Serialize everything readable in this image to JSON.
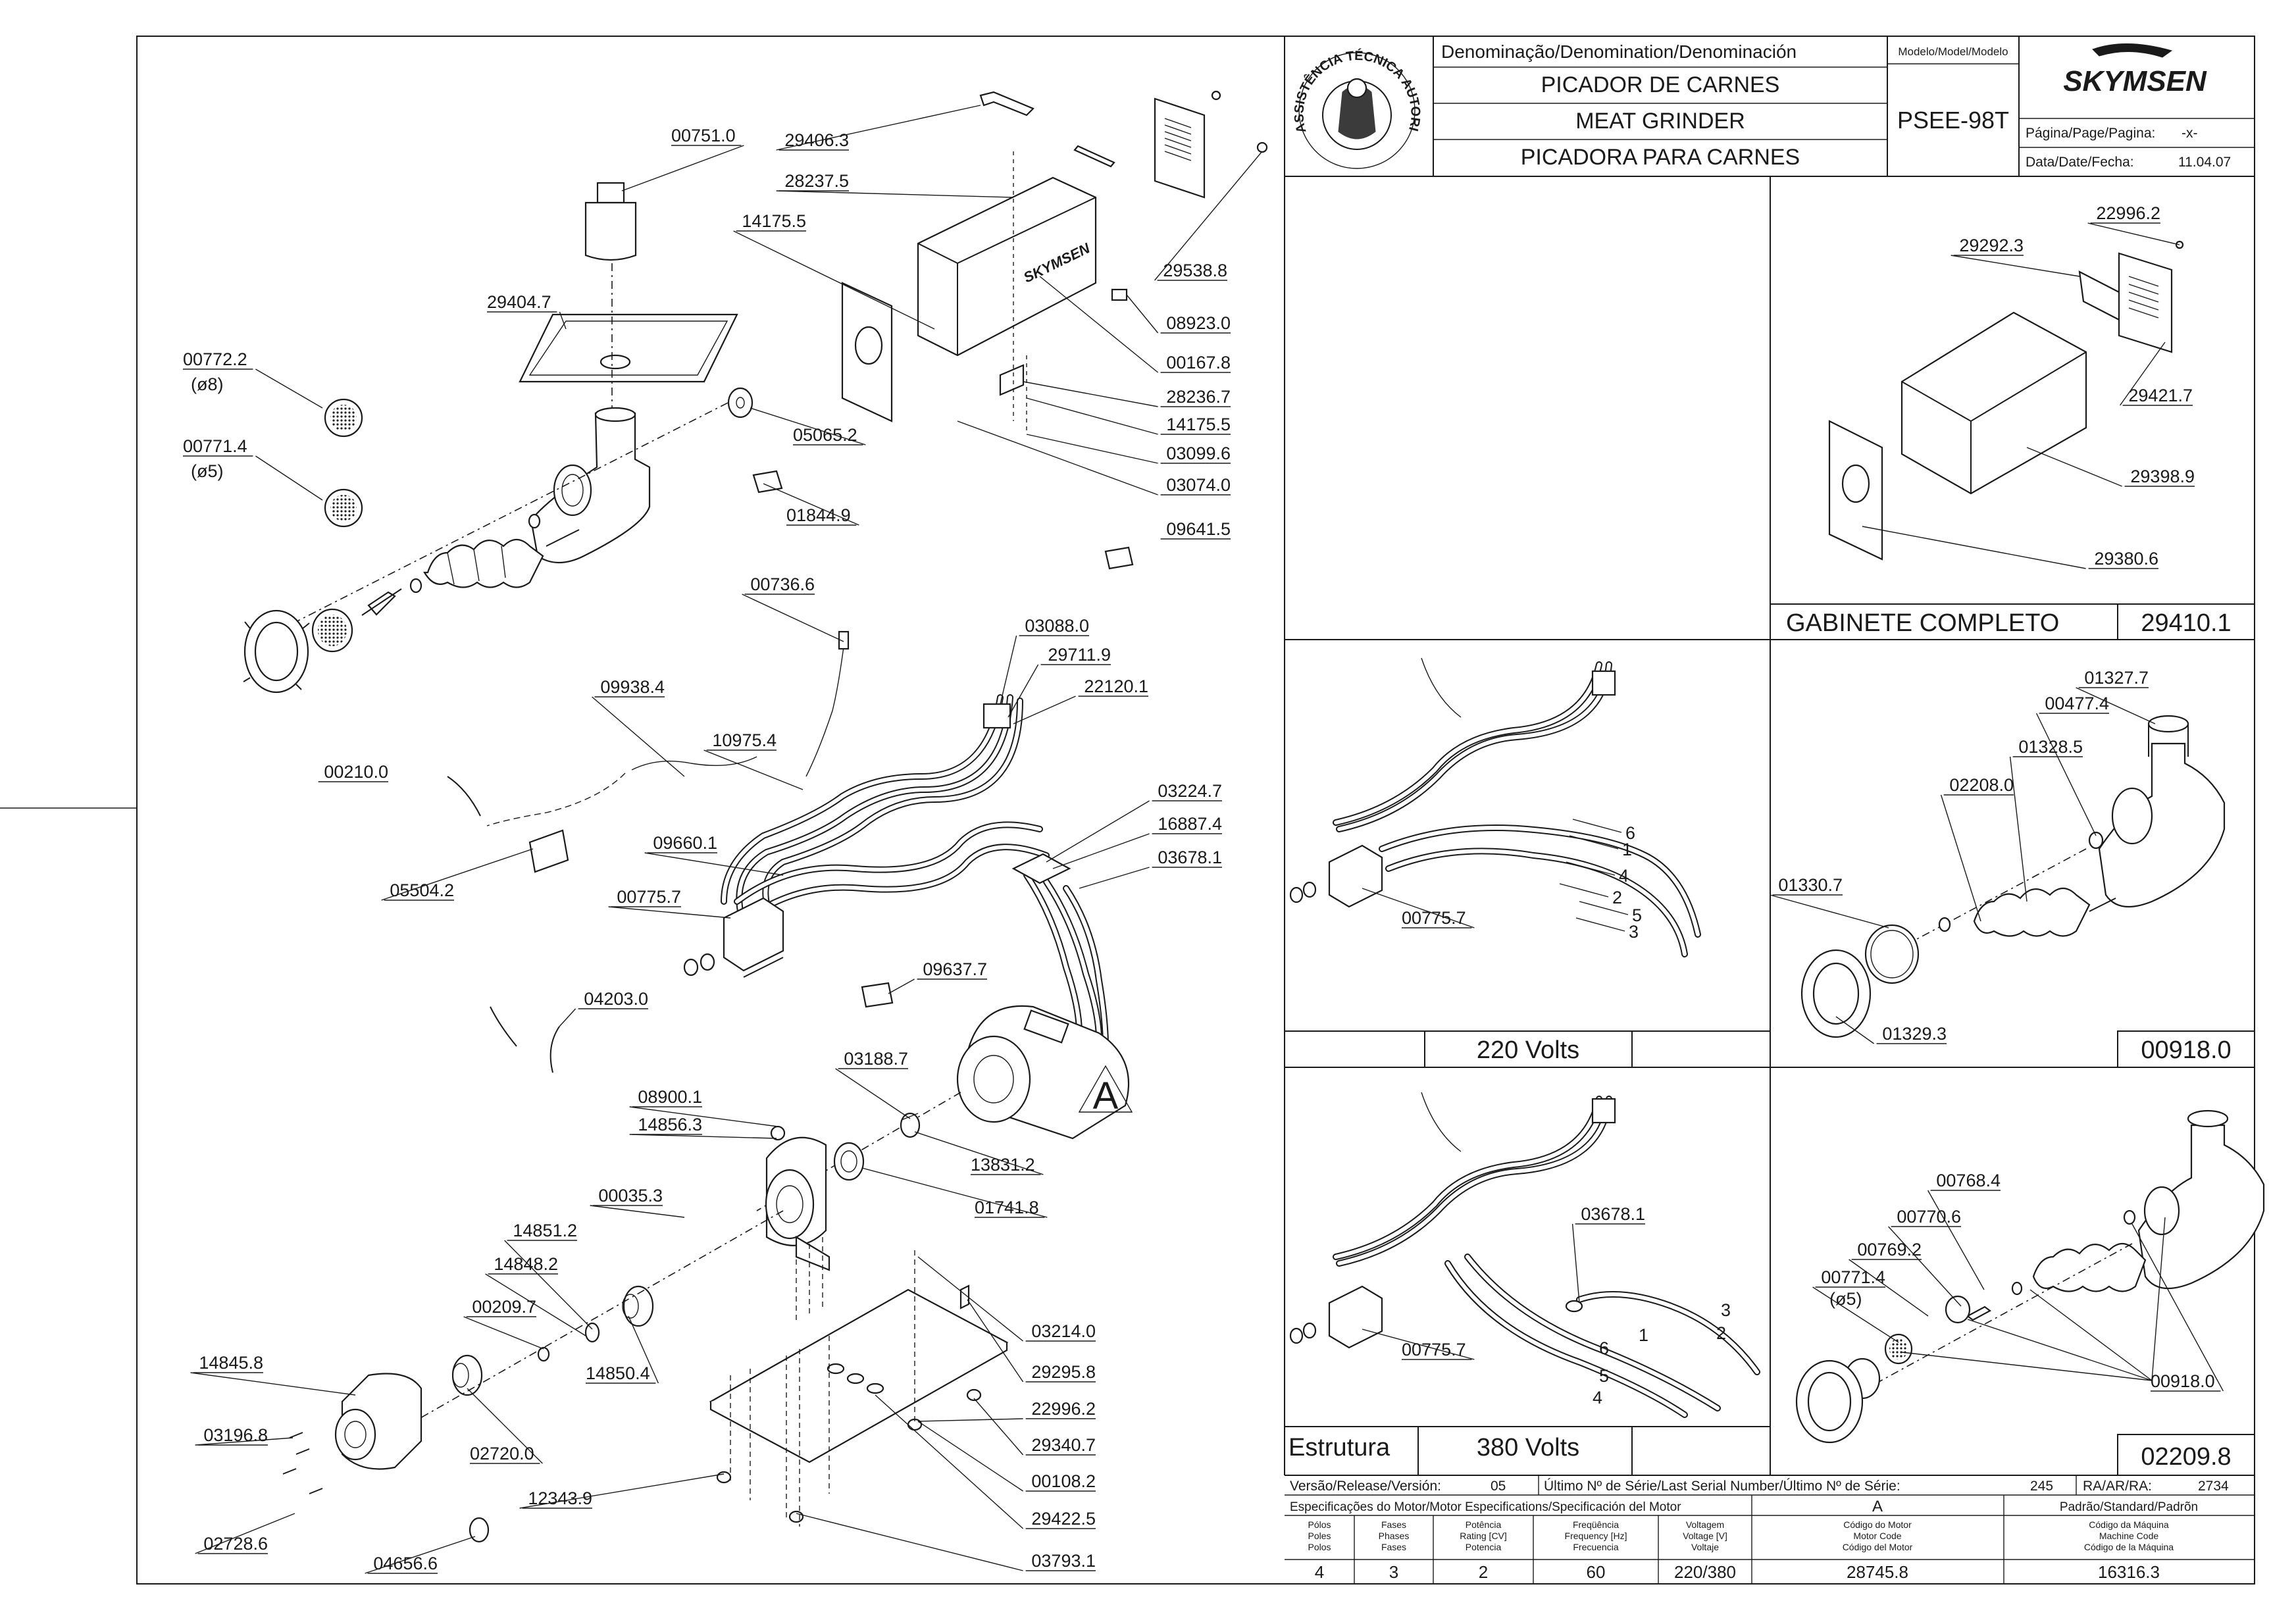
{
  "title_block": {
    "denomination_header": "Denominação/Denomination/Denominación",
    "model_header": "Modelo/Model/Modelo",
    "name_pt": "PICADOR DE CARNES",
    "name_en": "MEAT GRINDER",
    "name_es": "PICADORA PARA CARNES",
    "model_value": "PSEE-98T",
    "brand": "SKYMSEN",
    "page_label": "Página/Page/Pagina:",
    "page_value": "-x-",
    "date_label": "Data/Date/Fecha:",
    "date_value": "11.04.07",
    "seal_text": "ASSISTÊNCIA TÉCNICA AUTORIZADA"
  },
  "main_labels": [
    "00751.0",
    "29404.7",
    "00772.2",
    "(ø8)",
    "00771.4",
    "(ø5)",
    "05065.2",
    "01844.9",
    "29406.3",
    "28237.5",
    "14175.5",
    "29538.8",
    "08923.0",
    "00167.8",
    "28236.7",
    "14175.5",
    "03099.6",
    "03074.0",
    "09641.5",
    "00736.6",
    "09938.4",
    "10975.4",
    "03088.0",
    "29711.9",
    "22120.1",
    "00210.0",
    "05504.2",
    "09660.1",
    "00775.7",
    "03224.7",
    "16887.4",
    "03678.1",
    "09637.7",
    "04203.0",
    "03188.7",
    "13831.2",
    "08900.1",
    "14856.3",
    "00035.3",
    "01741.8",
    "14851.2",
    "14848.2",
    "00209.7",
    "14850.4",
    "14845.8",
    "03196.8",
    "02720.0",
    "02728.6",
    "04656.6",
    "12343.9",
    "03214.0",
    "29295.8",
    "22996.2",
    "29340.7",
    "00108.2",
    "29422.5",
    "03793.1"
  ],
  "motor_letter": "A",
  "panel_gabinete": {
    "labels": [
      "22996.2",
      "29292.3",
      "29421.7",
      "29398.9",
      "29380.6"
    ],
    "caption": "GABINETE COMPLETO",
    "code": "29410.1"
  },
  "panel_220": {
    "label": "00775.7",
    "wire_numbers": [
      "6",
      "1",
      "4",
      "2",
      "5",
      "3"
    ],
    "caption": "220 Volts"
  },
  "panel_00918": {
    "labels": [
      "01327.7",
      "00477.4",
      "01328.5",
      "02208.0",
      "01330.7",
      "01329.3"
    ],
    "code": "00918.0"
  },
  "panel_380": {
    "labels": [
      "03678.1",
      "00775.7"
    ],
    "wire_numbers": [
      "3",
      "2",
      "1",
      "6",
      "5",
      "4"
    ],
    "caption_left": "Estrutura",
    "caption": "380 Volts"
  },
  "panel_02209": {
    "labels": [
      "00768.4",
      "00770.6",
      "00769.2",
      "00771.4",
      "(ø5)",
      "00918.0"
    ],
    "code": "02209.8"
  },
  "release_row": {
    "version_label": "Versão/Release/Versión:",
    "version_value": "05",
    "serial_label": "Último Nº de Série/Last Serial Number/Último Nº de Série:",
    "serial_value": "245",
    "ra_label": "RA/AR/RA:",
    "ra_value": "2734"
  },
  "spec_table": {
    "title": "Especificações do Motor/Motor Especifications/Specificación del Motor",
    "col_a": "A",
    "col_std": "Padrão/Standard/Padrõn",
    "headers": [
      [
        "Pólos",
        "Poles",
        "Polos"
      ],
      [
        "Fases",
        "Phases",
        "Fases"
      ],
      [
        "Potência",
        "Rating [CV]",
        "Potencia"
      ],
      [
        "Freqüência",
        "Frequency [Hz]",
        "Frecuencia"
      ],
      [
        "Voltagem",
        "Voltage [V]",
        "Voltaje"
      ],
      [
        "Código do Motor",
        "Motor Code",
        "Código del Motor"
      ],
      [
        "Código da Máquina",
        "Machine Code",
        "Código de la Máquina"
      ]
    ],
    "values": [
      "4",
      "3",
      "2",
      "60",
      "220/380",
      "28745.8",
      "16316.3"
    ]
  }
}
